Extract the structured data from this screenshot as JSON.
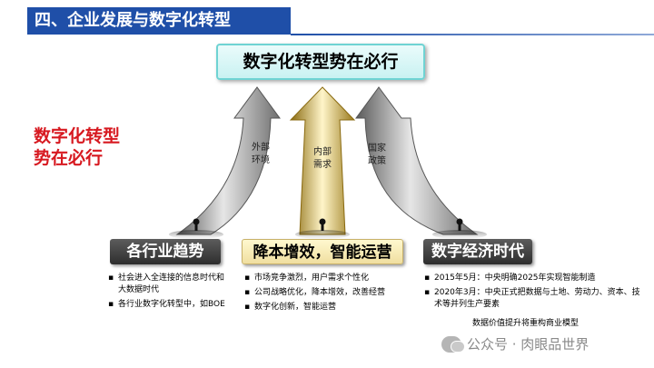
{
  "section_title": "四、企业发展与数字化转型",
  "headline": "数字化转型势在必行",
  "side_slogan": [
    "数字化转型",
    "势在必行"
  ],
  "arrows": [
    {
      "label_lines": [
        "外部",
        "环境"
      ]
    },
    {
      "label_lines": [
        "内部",
        "需求"
      ]
    },
    {
      "label_lines": [
        "国家",
        "政策"
      ]
    }
  ],
  "categories": [
    {
      "title": "各行业趋势",
      "style": "dark",
      "bullets": [
        "社会进入全连接的信息时代和大数据时代",
        "各行业数字化转型中，如BOE"
      ]
    },
    {
      "title": "降本增效，智能运营",
      "style": "gold",
      "bullets": [
        "市场竞争激烈，用户需求个性化",
        "公司战略优化，降本增效，改善经营",
        "数字化创新，智能运营"
      ]
    },
    {
      "title": "数字经济时代",
      "style": "dark",
      "bullets": [
        "2015年5月：中央明确2025年实现智能制造",
        "2020年3月：中央正式把数据与土地、劳动力、资本、技术等并列生产要素"
      ]
    }
  ],
  "trailing_note": "数据价值提升将重构商业模型",
  "watermark": "公众号 · 肉眼品世界",
  "colors": {
    "title_bar": "#1f4fa8",
    "slogan": "#d71920",
    "headline_border": "#6fd3d3",
    "gold_arrow": "#d4b24a",
    "grey_arrow": "#8c8c8c"
  }
}
